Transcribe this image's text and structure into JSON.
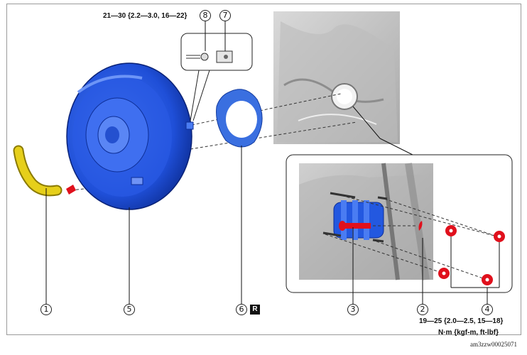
{
  "diagram": {
    "torque_top": "21—30 {2.2—3.0, 16—22}",
    "torque_bottom": "19—25 {2.0—2.5, 15—18}",
    "units": "N·m {kgf-m, ft-lbf}",
    "image_id": "am3zzw00025071",
    "r_badge": "R",
    "callouts": {
      "c1": "1",
      "c2": "2",
      "c3": "3",
      "c4": "4",
      "c5": "5",
      "c6": "6",
      "c7": "7",
      "c8": "8"
    },
    "colors": {
      "booster_blue": "#1f4fd8",
      "hose_yellow": "#e6cf1a",
      "nut_red": "#e0101c",
      "gasket_blue": "#3a6fe0",
      "bulkhead_gray": "#c9c9c9"
    }
  }
}
